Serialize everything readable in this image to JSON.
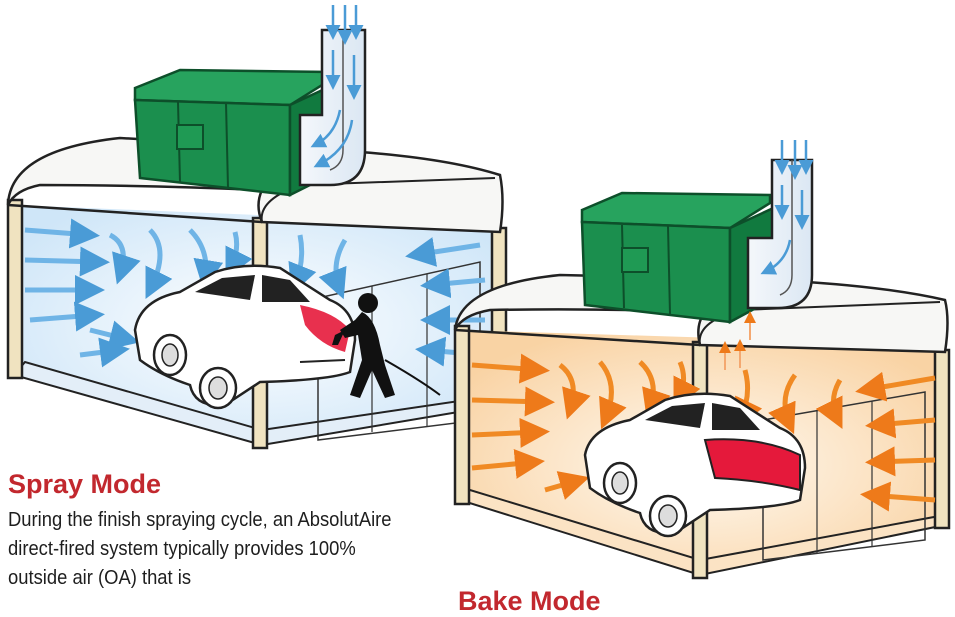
{
  "spray_mode": {
    "title": "Spray Mode",
    "description": "During the finish spraying cycle, an AbsolutAire direct-fired system typically provides 100% outside air (OA) that is"
  },
  "bake_mode": {
    "title": "Bake Mode"
  },
  "colors": {
    "unit_green": "#1b8f4e",
    "unit_green_dark": "#0f6b38",
    "air_blue": "#5aa9e0",
    "air_orange": "#f08a24",
    "title_red": "#c2282e",
    "car_paint_red": "#e5193b"
  },
  "icons": [
    "hvac-unit-icon",
    "air-duct-icon",
    "car-icon",
    "painter-icon",
    "airflow-arrow-icon"
  ]
}
